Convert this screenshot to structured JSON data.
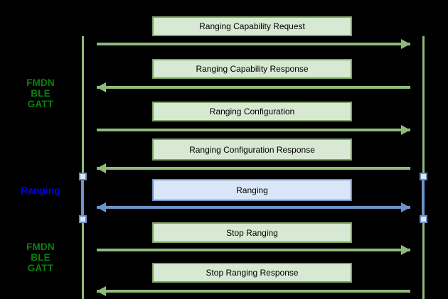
{
  "colors": {
    "background": "#000000",
    "green-fill": "#d7e9d2",
    "green-border": "#7aa35f",
    "green-line": "#8fbb7a",
    "blue-fill": "#dae6f8",
    "blue-border": "#6c8ebf",
    "blue-line": "#6d93c8",
    "marker-fill": "#dbe8fb",
    "label-green": "#0d800d",
    "label-blue": "#0000ee",
    "text": "#000000"
  },
  "diagram": {
    "side_labels": [
      {
        "label": "FMDN\nBLE\nGATT",
        "style": "green"
      },
      {
        "label": "Ranging",
        "style": "blue"
      },
      {
        "label": "FMDN\nBLE\nGATT",
        "style": "green"
      }
    ],
    "messages": [
      {
        "label": "Ranging Capability Request",
        "direction": "right",
        "style": "green"
      },
      {
        "label": "Ranging Capability Response",
        "direction": "left",
        "style": "green"
      },
      {
        "label": "Ranging Configuration",
        "direction": "right",
        "style": "green"
      },
      {
        "label": "Ranging Configuration Response",
        "direction": "left",
        "style": "green"
      },
      {
        "label": "Ranging",
        "direction": "both",
        "style": "blue"
      },
      {
        "label": "Stop Ranging",
        "direction": "right",
        "style": "green"
      },
      {
        "label": "Stop Ranging Response",
        "direction": "left",
        "style": "green"
      }
    ]
  }
}
